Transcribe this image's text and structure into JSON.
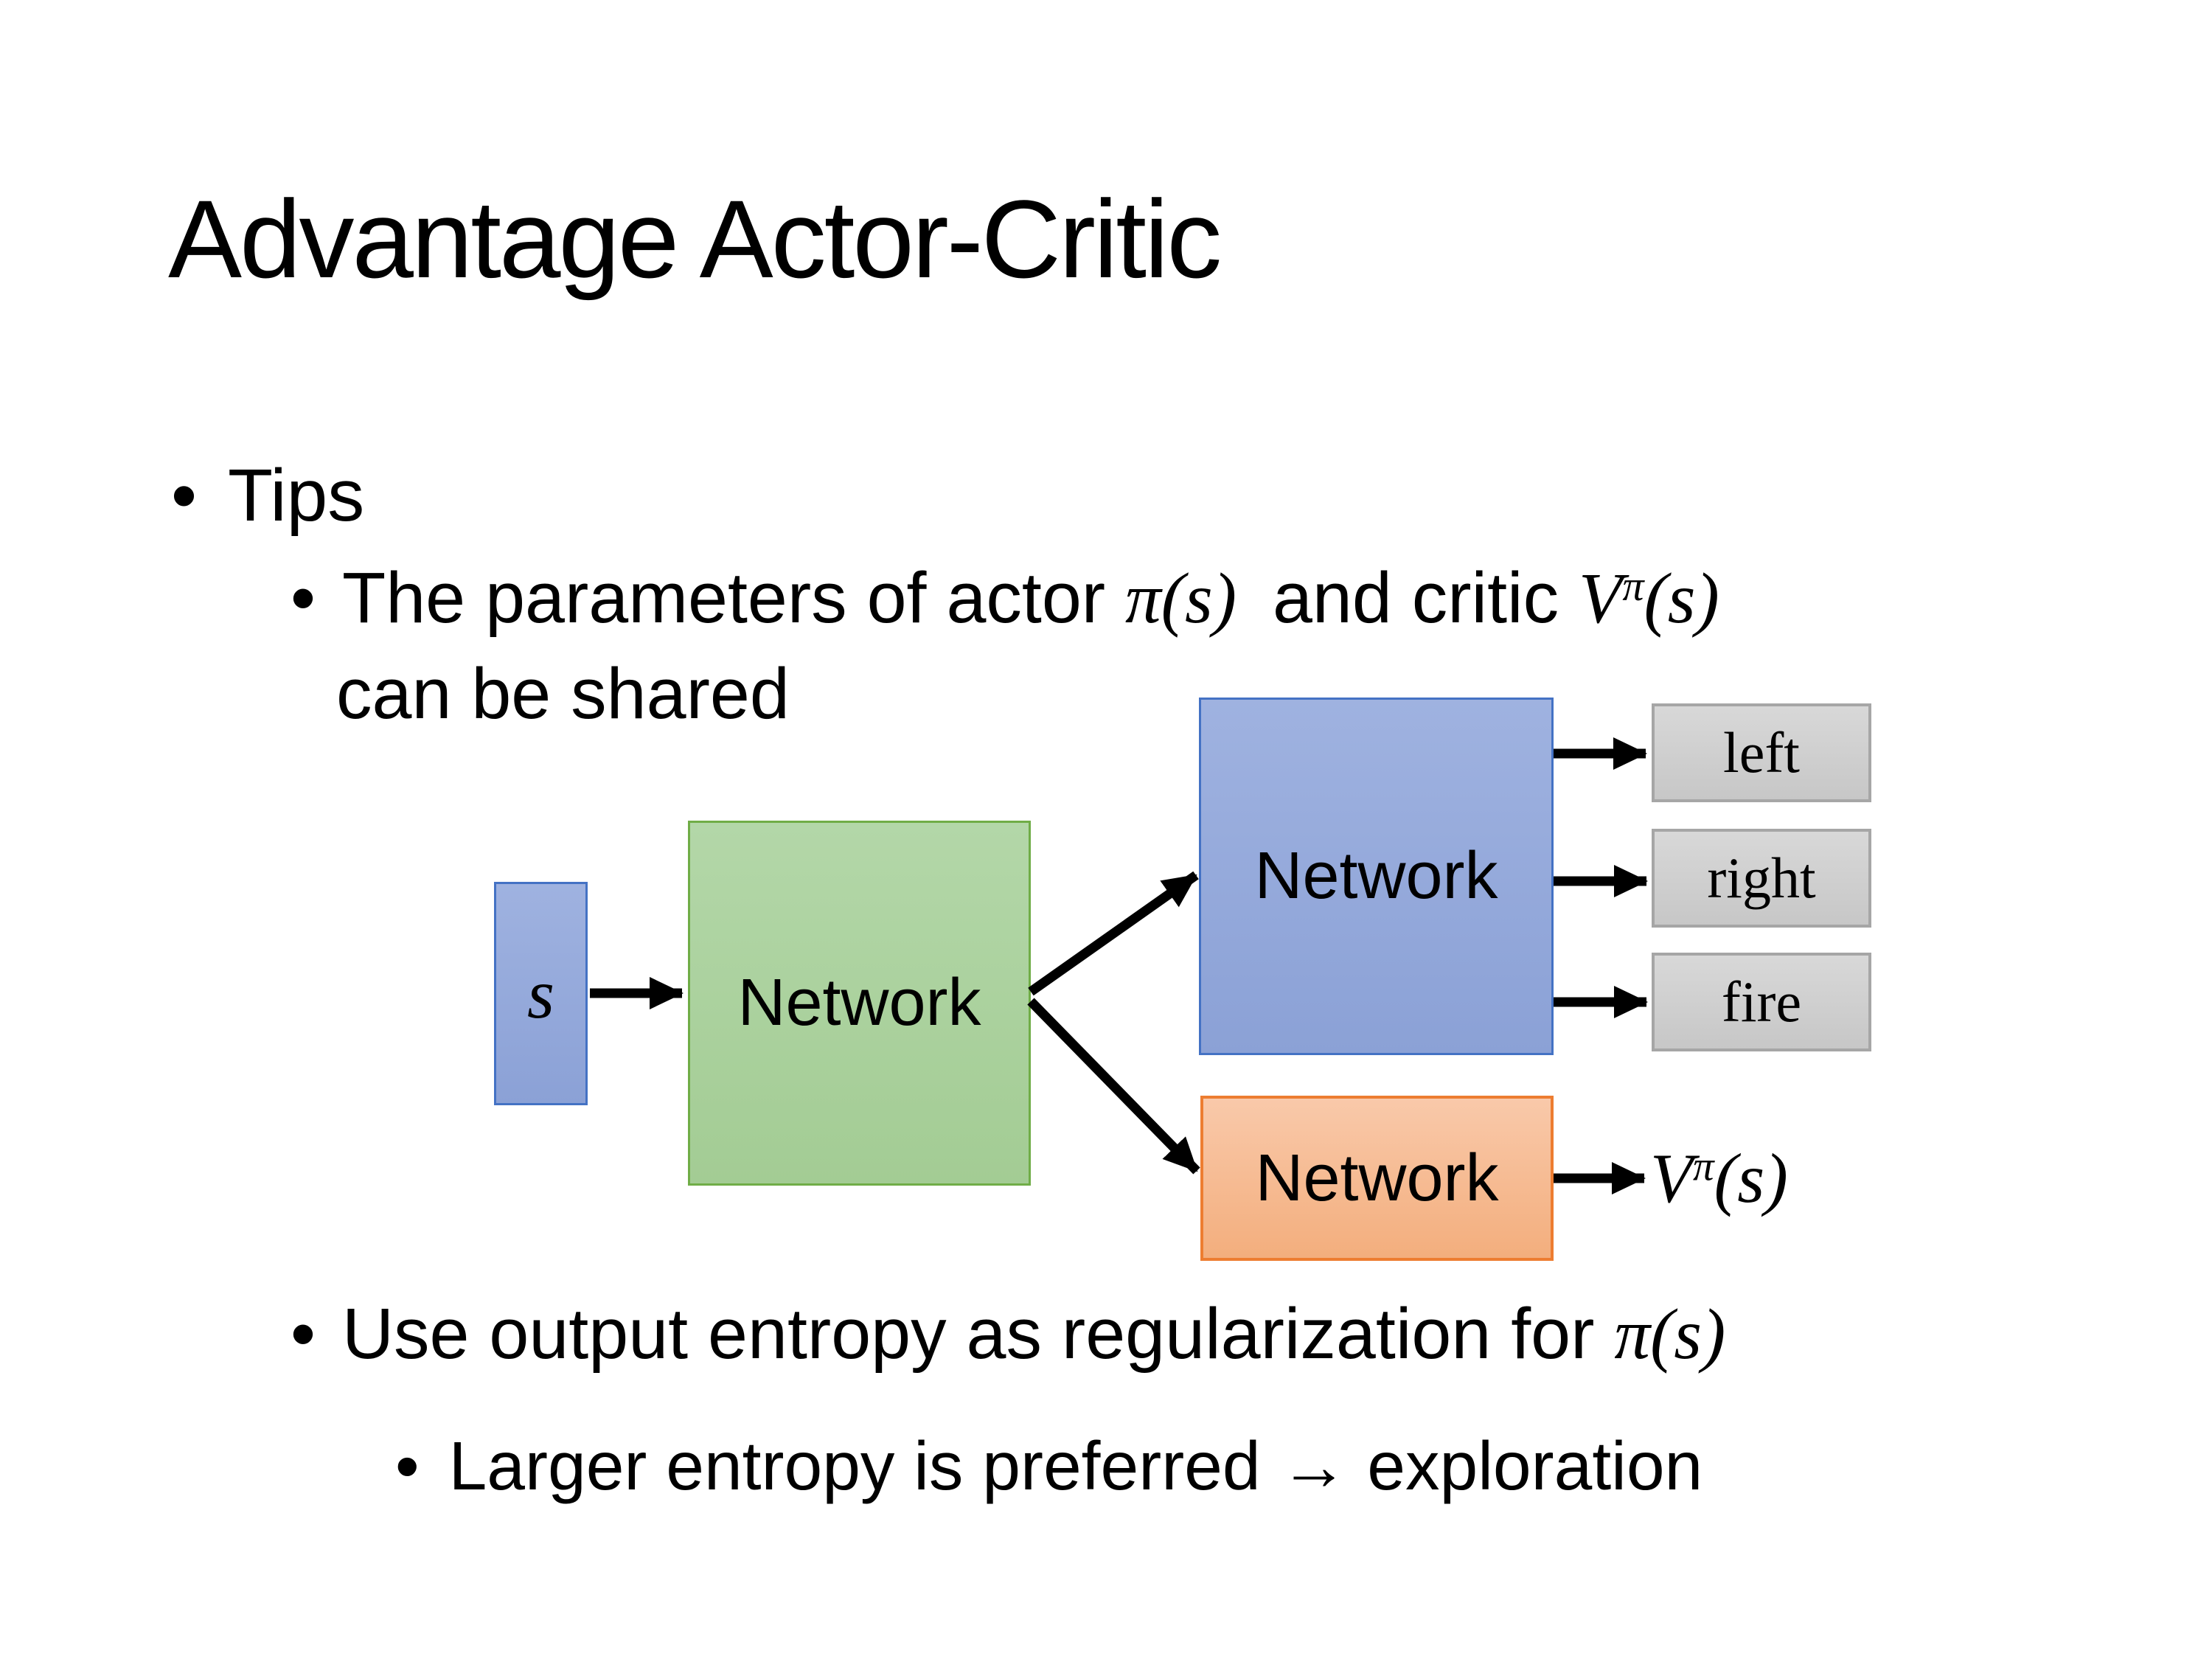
{
  "slide": {
    "title": "Advantage Actor-Critic",
    "bullet_char": "•",
    "tips": "Tips",
    "sub1_pre": "The parameters of actor ",
    "sub1_actor_math": "π(s)",
    "sub1_mid": "and critic ",
    "sub1_critic_base": "V",
    "sub1_critic_sup": "π",
    "sub1_critic_arg": "(s)",
    "sub1_cont": "can be shared",
    "sub2_pre": "Use output entropy as regularization for ",
    "sub2_math": "π(s)",
    "sub3": "Larger entropy is preferred → exploration"
  },
  "diagram": {
    "input_label": "s",
    "shared_network": "Network",
    "actor_network": "Network",
    "critic_network": "Network",
    "outputs": [
      "left",
      "right",
      "fire"
    ],
    "critic_out_base": "V",
    "critic_out_sup": "π",
    "critic_out_arg": "(s)",
    "colors": {
      "input_fill": "#8faadc",
      "input_border": "#4472c4",
      "shared_fill": "#a9d18e",
      "shared_border": "#70ad47",
      "actor_fill": "#8faadc",
      "actor_border": "#4472c4",
      "critic_fill": "#f4b183",
      "critic_border": "#ed7d31",
      "output_fill": "#d2d2d2",
      "output_border": "#a6a6a6",
      "arrow": "#000000"
    }
  }
}
